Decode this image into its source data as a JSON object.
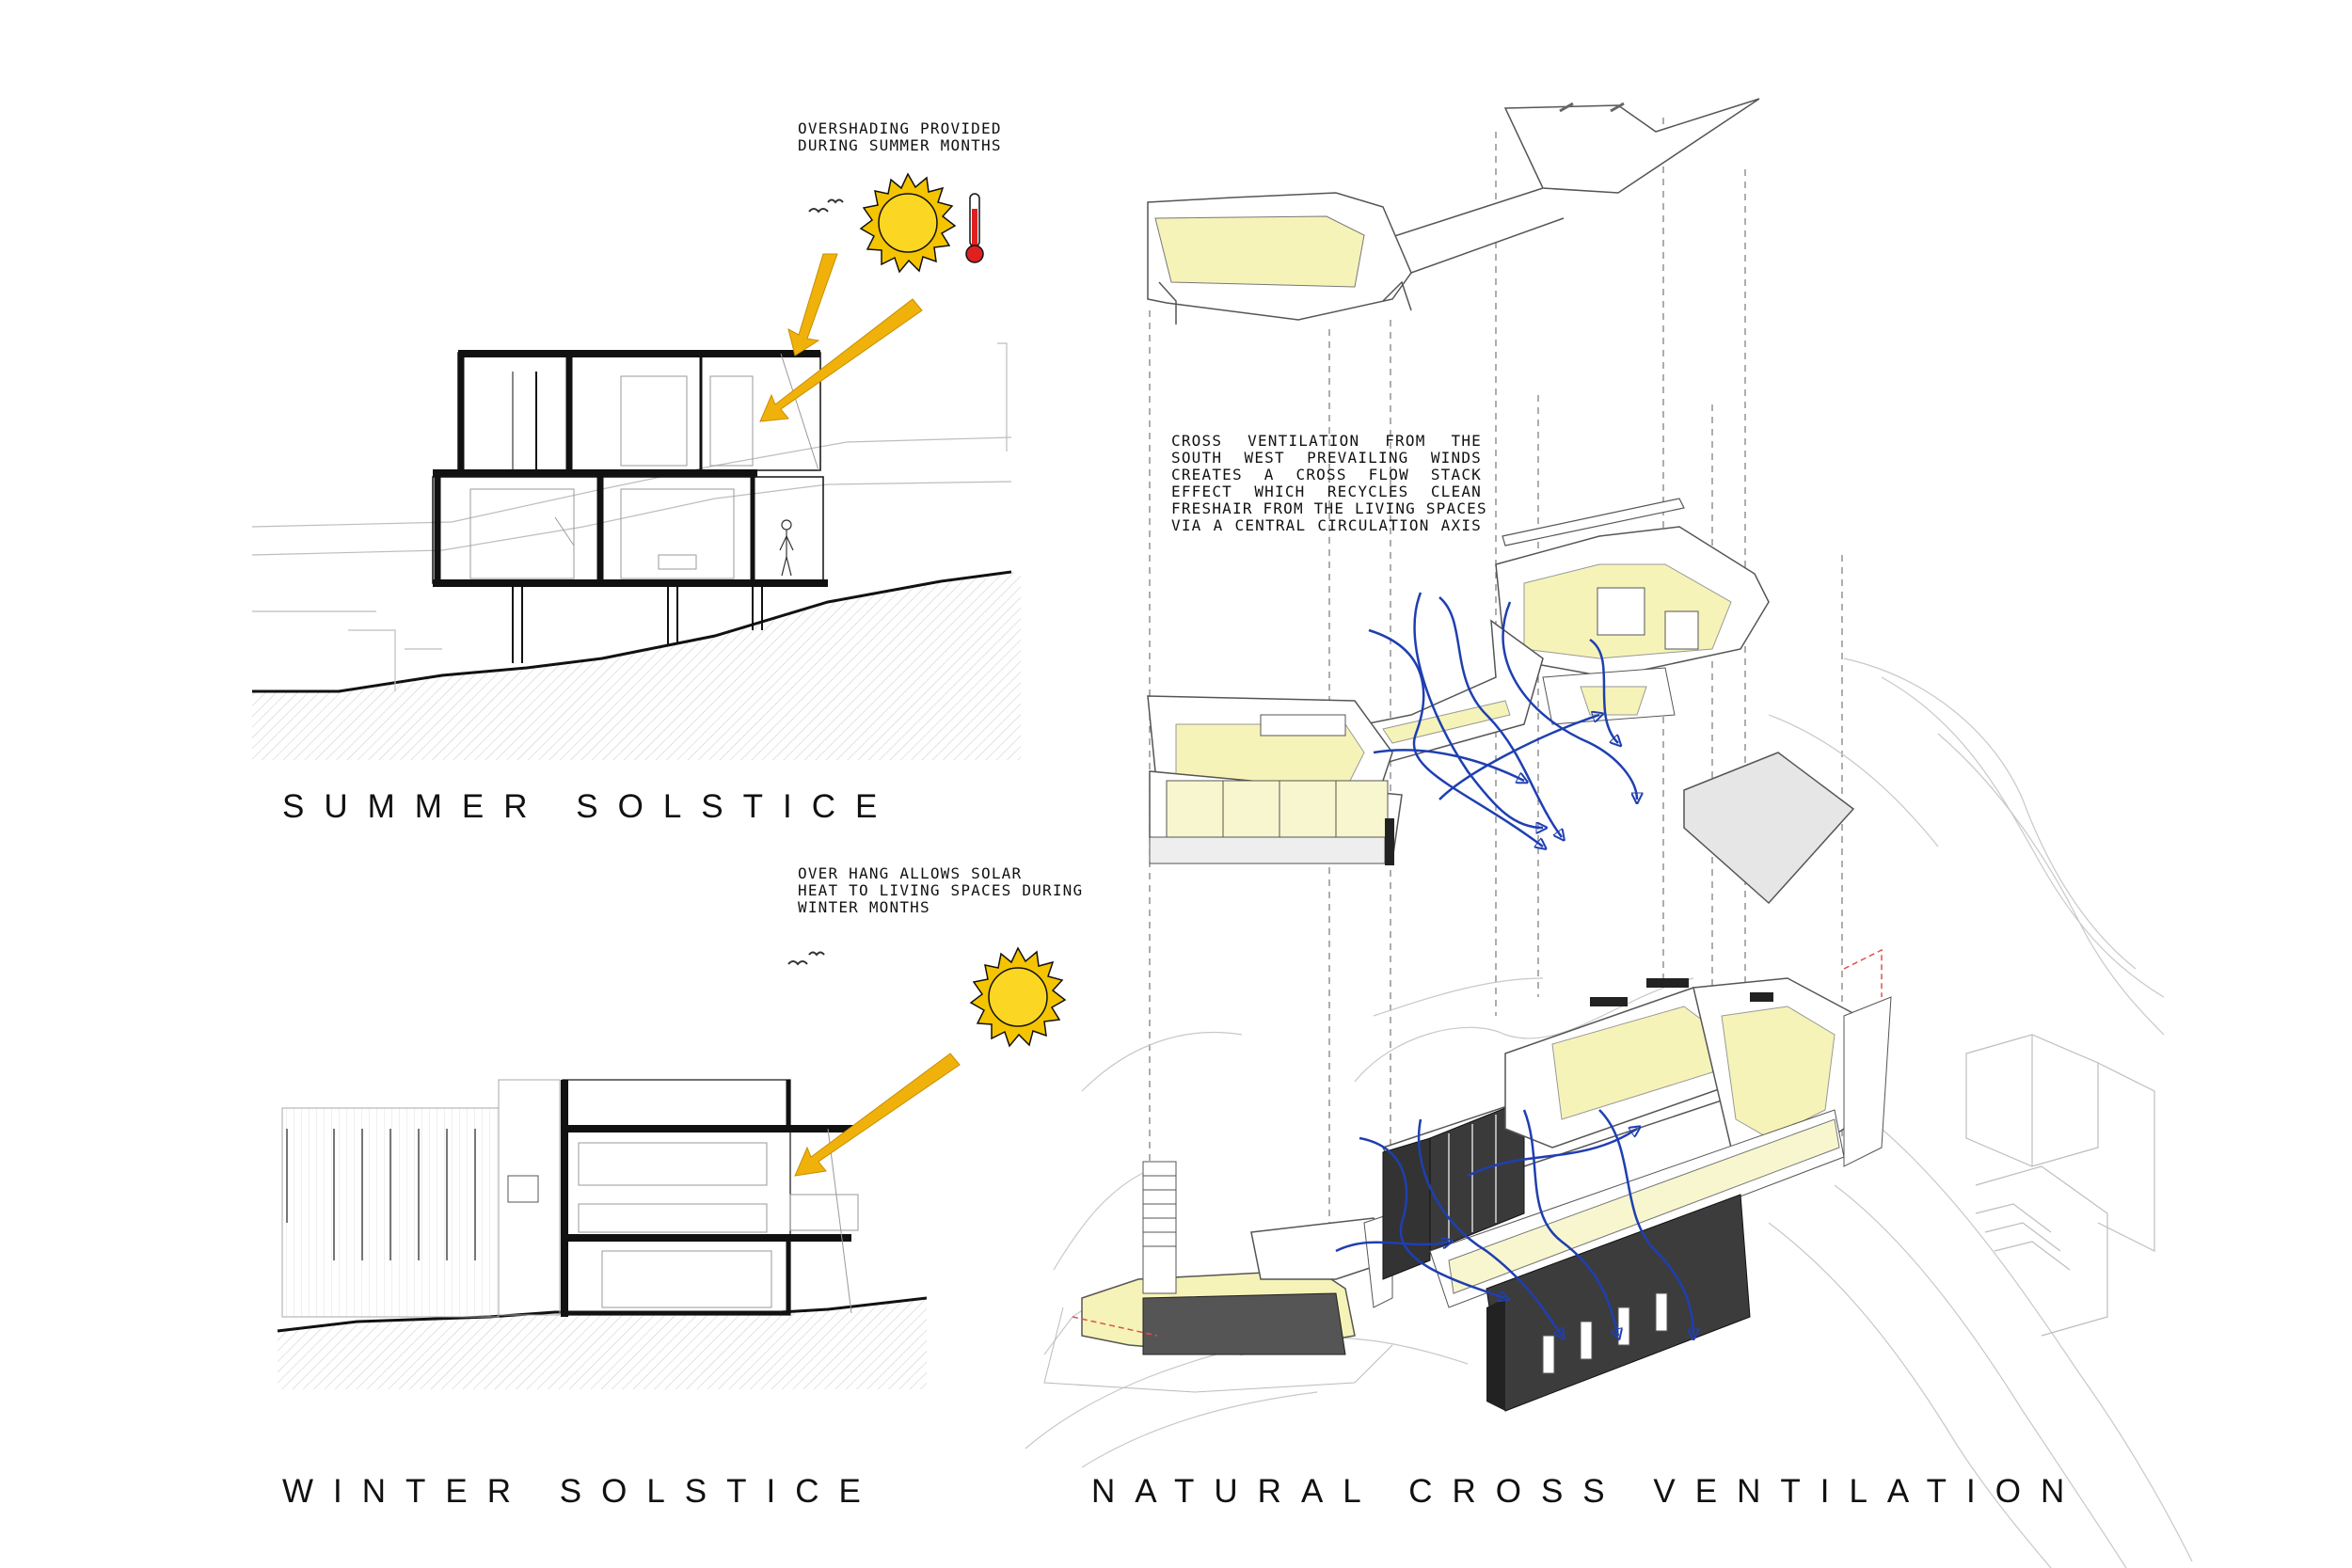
{
  "titles": {
    "summer": "SUMMER SOLSTICE",
    "winter": "WINTER SOLSTICE",
    "ventilation": "NATURAL CROSS VENTILATION"
  },
  "notes": {
    "summer": [
      "OVERSHADING PROVIDED",
      "DURING SUMMER MONTHS"
    ],
    "winter": [
      "OVER HANG ALLOWS SOLAR",
      "HEAT TO LIVING SPACES DURING",
      "WINTER MONTHS"
    ],
    "ventilation": [
      "CROSS VENTILATION FROM THE",
      "SOUTH WEST PREVAILING WINDS",
      "CREATES A CROSS FLOW STACK",
      "EFFECT WHICH RECYCLES CLEAN",
      "FRESHAIR FROM THE LIVING SPACES",
      "VIA A CENTRAL CIRCULATION AXIS"
    ]
  },
  "colors": {
    "sun": "#f5c400",
    "sun_ray": "#f0b20a",
    "wind": "#1f3fb0",
    "highlight": "#f6f3b8",
    "thermometer": "#e02020"
  },
  "icons": [
    "sun-icon",
    "thermometer-icon",
    "bird-icon",
    "wind-arrow-icon",
    "solar-ray-arrow"
  ]
}
